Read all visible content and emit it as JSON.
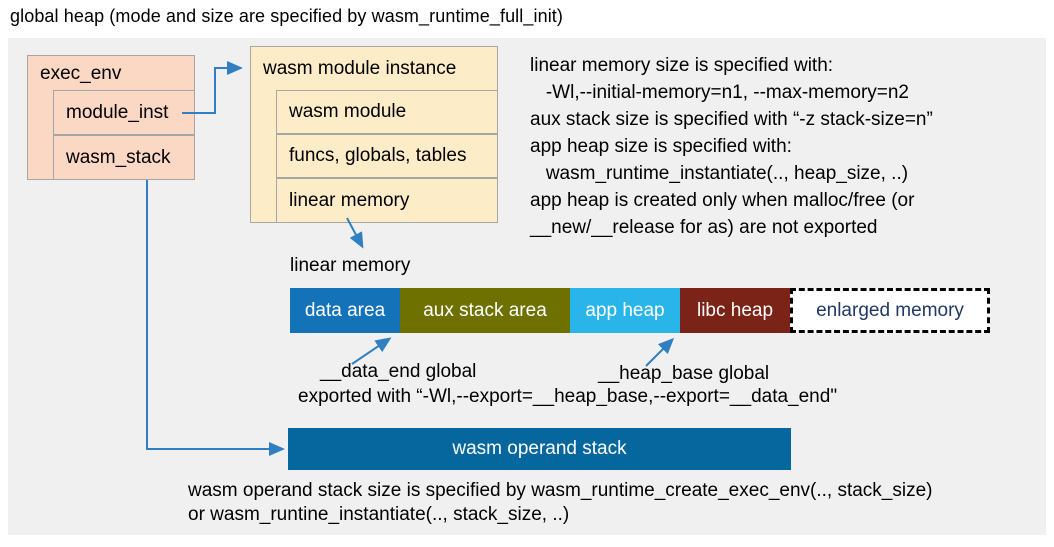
{
  "title": "global heap (mode and size are specified by wasm_runtime_full_init)",
  "colors": {
    "panel_background": "#f0f0f0",
    "box_pink": "#fbd8c4",
    "box_cream": "#fdecc8",
    "box_border": "#a6a6a6",
    "arrow_blue": "#2f7fc1",
    "operand_bar_blue": "#06679f",
    "enlarged_memory_text": "#1f3864"
  },
  "exec_env": {
    "header": "exec_env",
    "rows": [
      "module_inst",
      "wasm_stack"
    ]
  },
  "module_instance": {
    "header": "wasm module instance",
    "rows": [
      "wasm module",
      "funcs, globals, tables",
      "linear memory"
    ]
  },
  "notes": {
    "lines": [
      "linear memory size is specified with:",
      "   -Wl,--initial-memory=n1, --max-memory=n2",
      "aux stack size is specified with “-z stack-size=n”",
      "app heap size is specified with:",
      "   wasm_runtime_instantiate(.., heap_size, ..)",
      "app heap is created only when malloc/free (or",
      "__new/__release for as) are not exported"
    ]
  },
  "linear_memory": {
    "label": "linear memory",
    "segments": [
      {
        "label": "data area",
        "color": "#1372b8",
        "text_color": "#ffffff"
      },
      {
        "label": "aux stack area",
        "color": "#6e7000",
        "text_color": "#ffffff"
      },
      {
        "label": "app heap",
        "color": "#29b5ea",
        "text_color": "#ffffff"
      },
      {
        "label": "libc heap",
        "color": "#7b2317",
        "text_color": "#ffffff"
      },
      {
        "label": "enlarged memory",
        "color": "#ffffff",
        "text_color": "#1f3864"
      }
    ]
  },
  "annotations": {
    "data_end_label": "__data_end global",
    "heap_base_label": "__heap_base global",
    "export_note": "exported with “-Wl,--export=__heap_base,--export=__data_end\""
  },
  "operand_stack": {
    "label": "wasm operand stack"
  },
  "footer": {
    "lines": [
      "wasm operand stack size is specified by wasm_runtime_create_exec_env(.., stack_size)",
      "or wasm_runtine_instantiate(.., stack_size, ..)"
    ]
  }
}
